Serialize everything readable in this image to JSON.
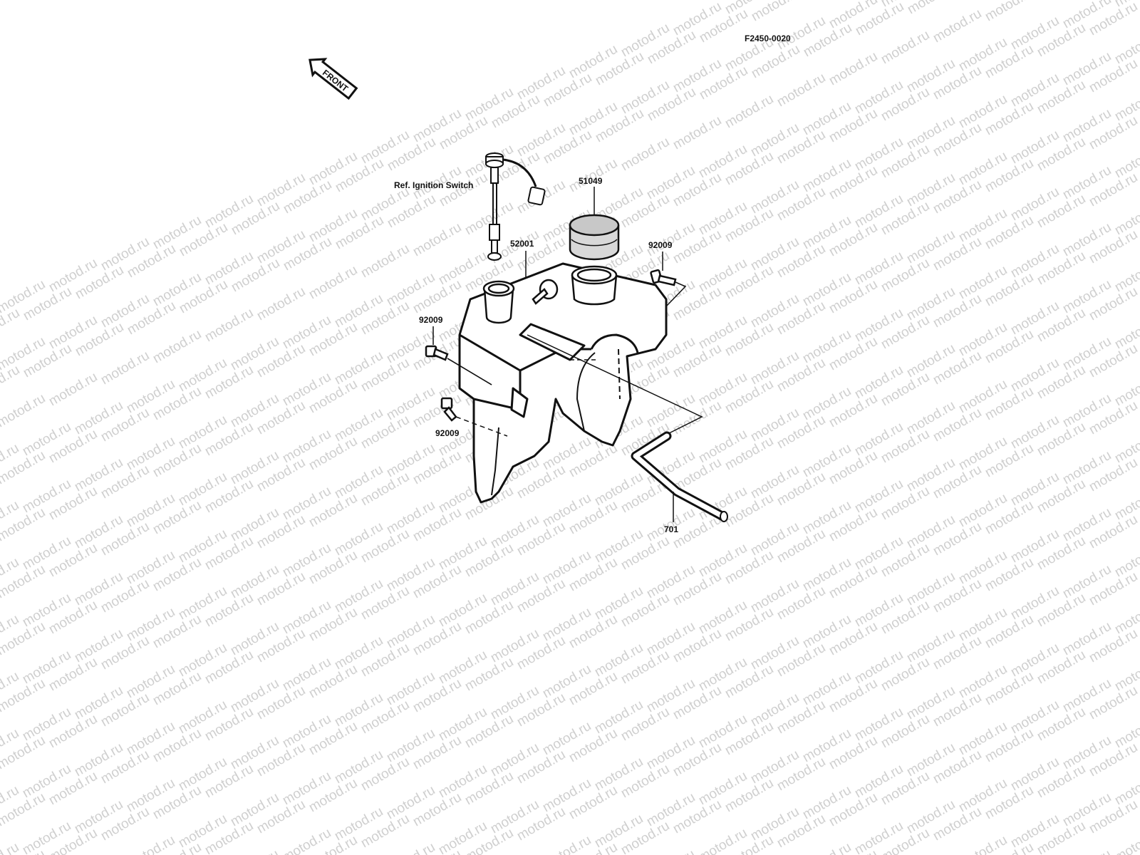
{
  "diagram_code": "F2450-0020",
  "front_arrow_label": "FRONT",
  "watermark": "motod.ru",
  "colors": {
    "line": "#111111",
    "watermark": "#cfcfcf",
    "background": "#ffffff"
  },
  "parts": {
    "oil_tank": "52001",
    "filter": "51049",
    "bolt_right": "92009",
    "bolt_left_upper": "92009",
    "bolt_left_lower": "92009",
    "hose": "701"
  },
  "references": {
    "ignition_switch": "Ref. Ignition Switch"
  }
}
